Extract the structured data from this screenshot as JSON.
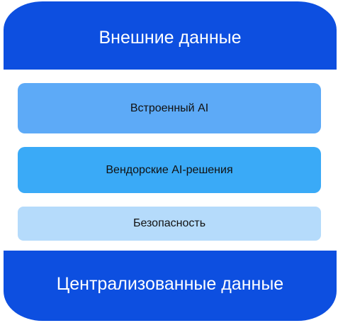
{
  "top": {
    "label": "Внешние данные",
    "color": "#0d4fe0"
  },
  "layers": [
    {
      "label": "Встроенный AI",
      "color": "#5daaf7"
    },
    {
      "label": "Вендорские AI-решения",
      "color": "#3aaaf7"
    },
    {
      "label": "Безопасность",
      "color": "#b5dbfb"
    }
  ],
  "bottom": {
    "label": "Централизованные данные",
    "color": "#0d4fe0"
  }
}
